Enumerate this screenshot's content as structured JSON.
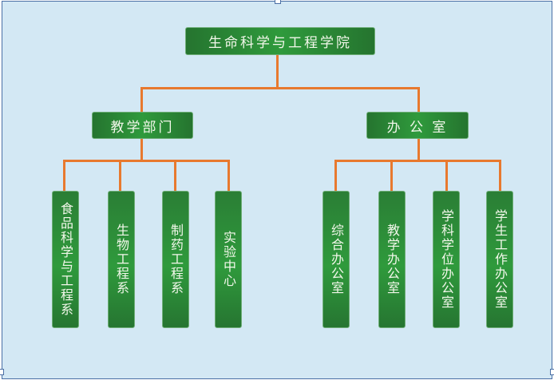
{
  "root": {
    "label": "生命科学与工程学院"
  },
  "branches": [
    {
      "label": "教学部门",
      "children": [
        "食品科学与工程系",
        "生物工程系",
        "制药工程系",
        "实验中心"
      ]
    },
    {
      "label": "办 公 室",
      "children": [
        "综合办公室",
        "教学办公室",
        "学科学位办公室",
        "学生工作办公室"
      ]
    }
  ],
  "colors": {
    "background": "#d3e8f4",
    "box": "#2f9a3c",
    "connector": "#e8792e"
  }
}
